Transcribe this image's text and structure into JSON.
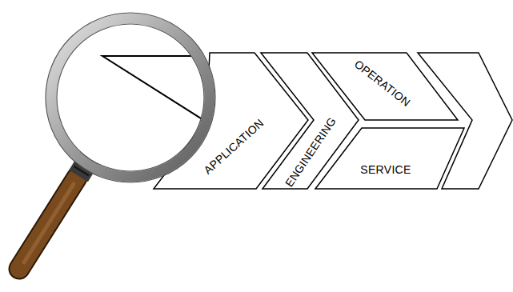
{
  "diagram": {
    "nodes": [
      {
        "text": [
          "APPLICATION"
        ]
      },
      {
        "text": [
          "ENGINEERING"
        ]
      },
      {
        "text": [
          "OPERATION"
        ]
      },
      {
        "text": [
          "SERVICE"
        ]
      }
    ]
  }
}
